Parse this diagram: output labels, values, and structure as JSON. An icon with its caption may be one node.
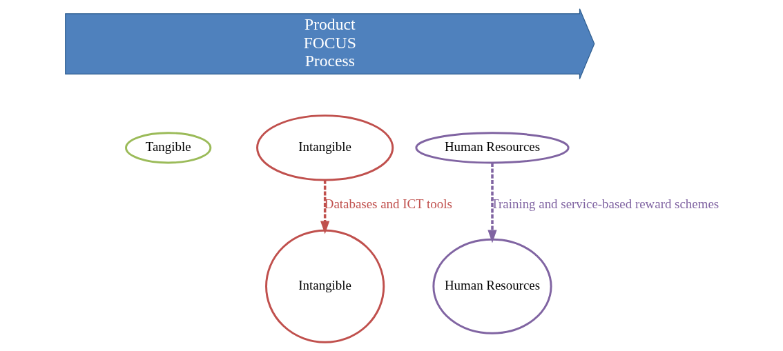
{
  "diagram": {
    "nodes": [
      {
        "text": [
          "Product",
          "FOCUS",
          "Process"
        ]
      },
      {
        "text": [
          "Tangible"
        ]
      },
      {
        "text": [
          "Human Resources"
        ]
      },
      {
        "text": [
          "Intangible"
        ]
      },
      {
        "text": [
          "Human Resources"
        ]
      },
      {
        "text": [
          "Intangible"
        ]
      }
    ],
    "edges": [
      {
        "from": 2,
        "to": 4,
        "arrow": "to",
        "label": "Training and service-based reward schemes",
        "style": "dashed",
        "color": "#8064a2"
      },
      {
        "from": 3,
        "to": 5,
        "arrow": "to",
        "label": "Databases and ICT tools",
        "style": "dashed",
        "color": "#c0504d"
      }
    ]
  }
}
